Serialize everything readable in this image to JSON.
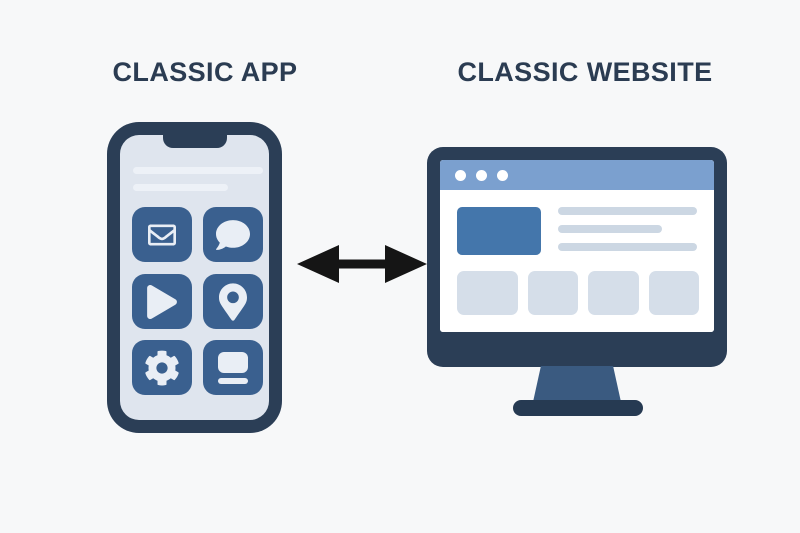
{
  "diagram": {
    "left": {
      "title": "CLASSIC APP"
    },
    "right": {
      "title": "CLASSIC WEBSITE"
    },
    "arrow": {
      "icon": "bidirectional-arrow-icon",
      "meaning": "two-way link between app and website"
    }
  },
  "phone": {
    "icons": [
      {
        "name": "mail-icon"
      },
      {
        "name": "chat-icon"
      },
      {
        "name": "play-icon"
      },
      {
        "name": "location-icon"
      },
      {
        "name": "settings-gear-icon"
      },
      {
        "name": "laptop-icon"
      }
    ],
    "placeholder_lines": 2
  },
  "website": {
    "titlebar_dots": 3,
    "hero_block": 1,
    "text_lines": 3,
    "thumbnails": 4
  },
  "colors": {
    "background": "#f7f8f9",
    "title_text": "#2b3c52",
    "device_frame_navy": "#2b3e56",
    "phone_screen": "#dfe5ee",
    "phone_screen_line": "#edf1f7",
    "app_tile_blue": "#3a608f",
    "icon_glyph": "#e9eef5",
    "browser_bar_blue": "#7ba0cf",
    "hero_blue": "#4476ab",
    "content_line_gray": "#ccd7e3",
    "thumb_gray": "#d5dee9",
    "stand_blue": "#3a5a80",
    "base_navy": "#263a52",
    "arrow_black": "#151515"
  }
}
